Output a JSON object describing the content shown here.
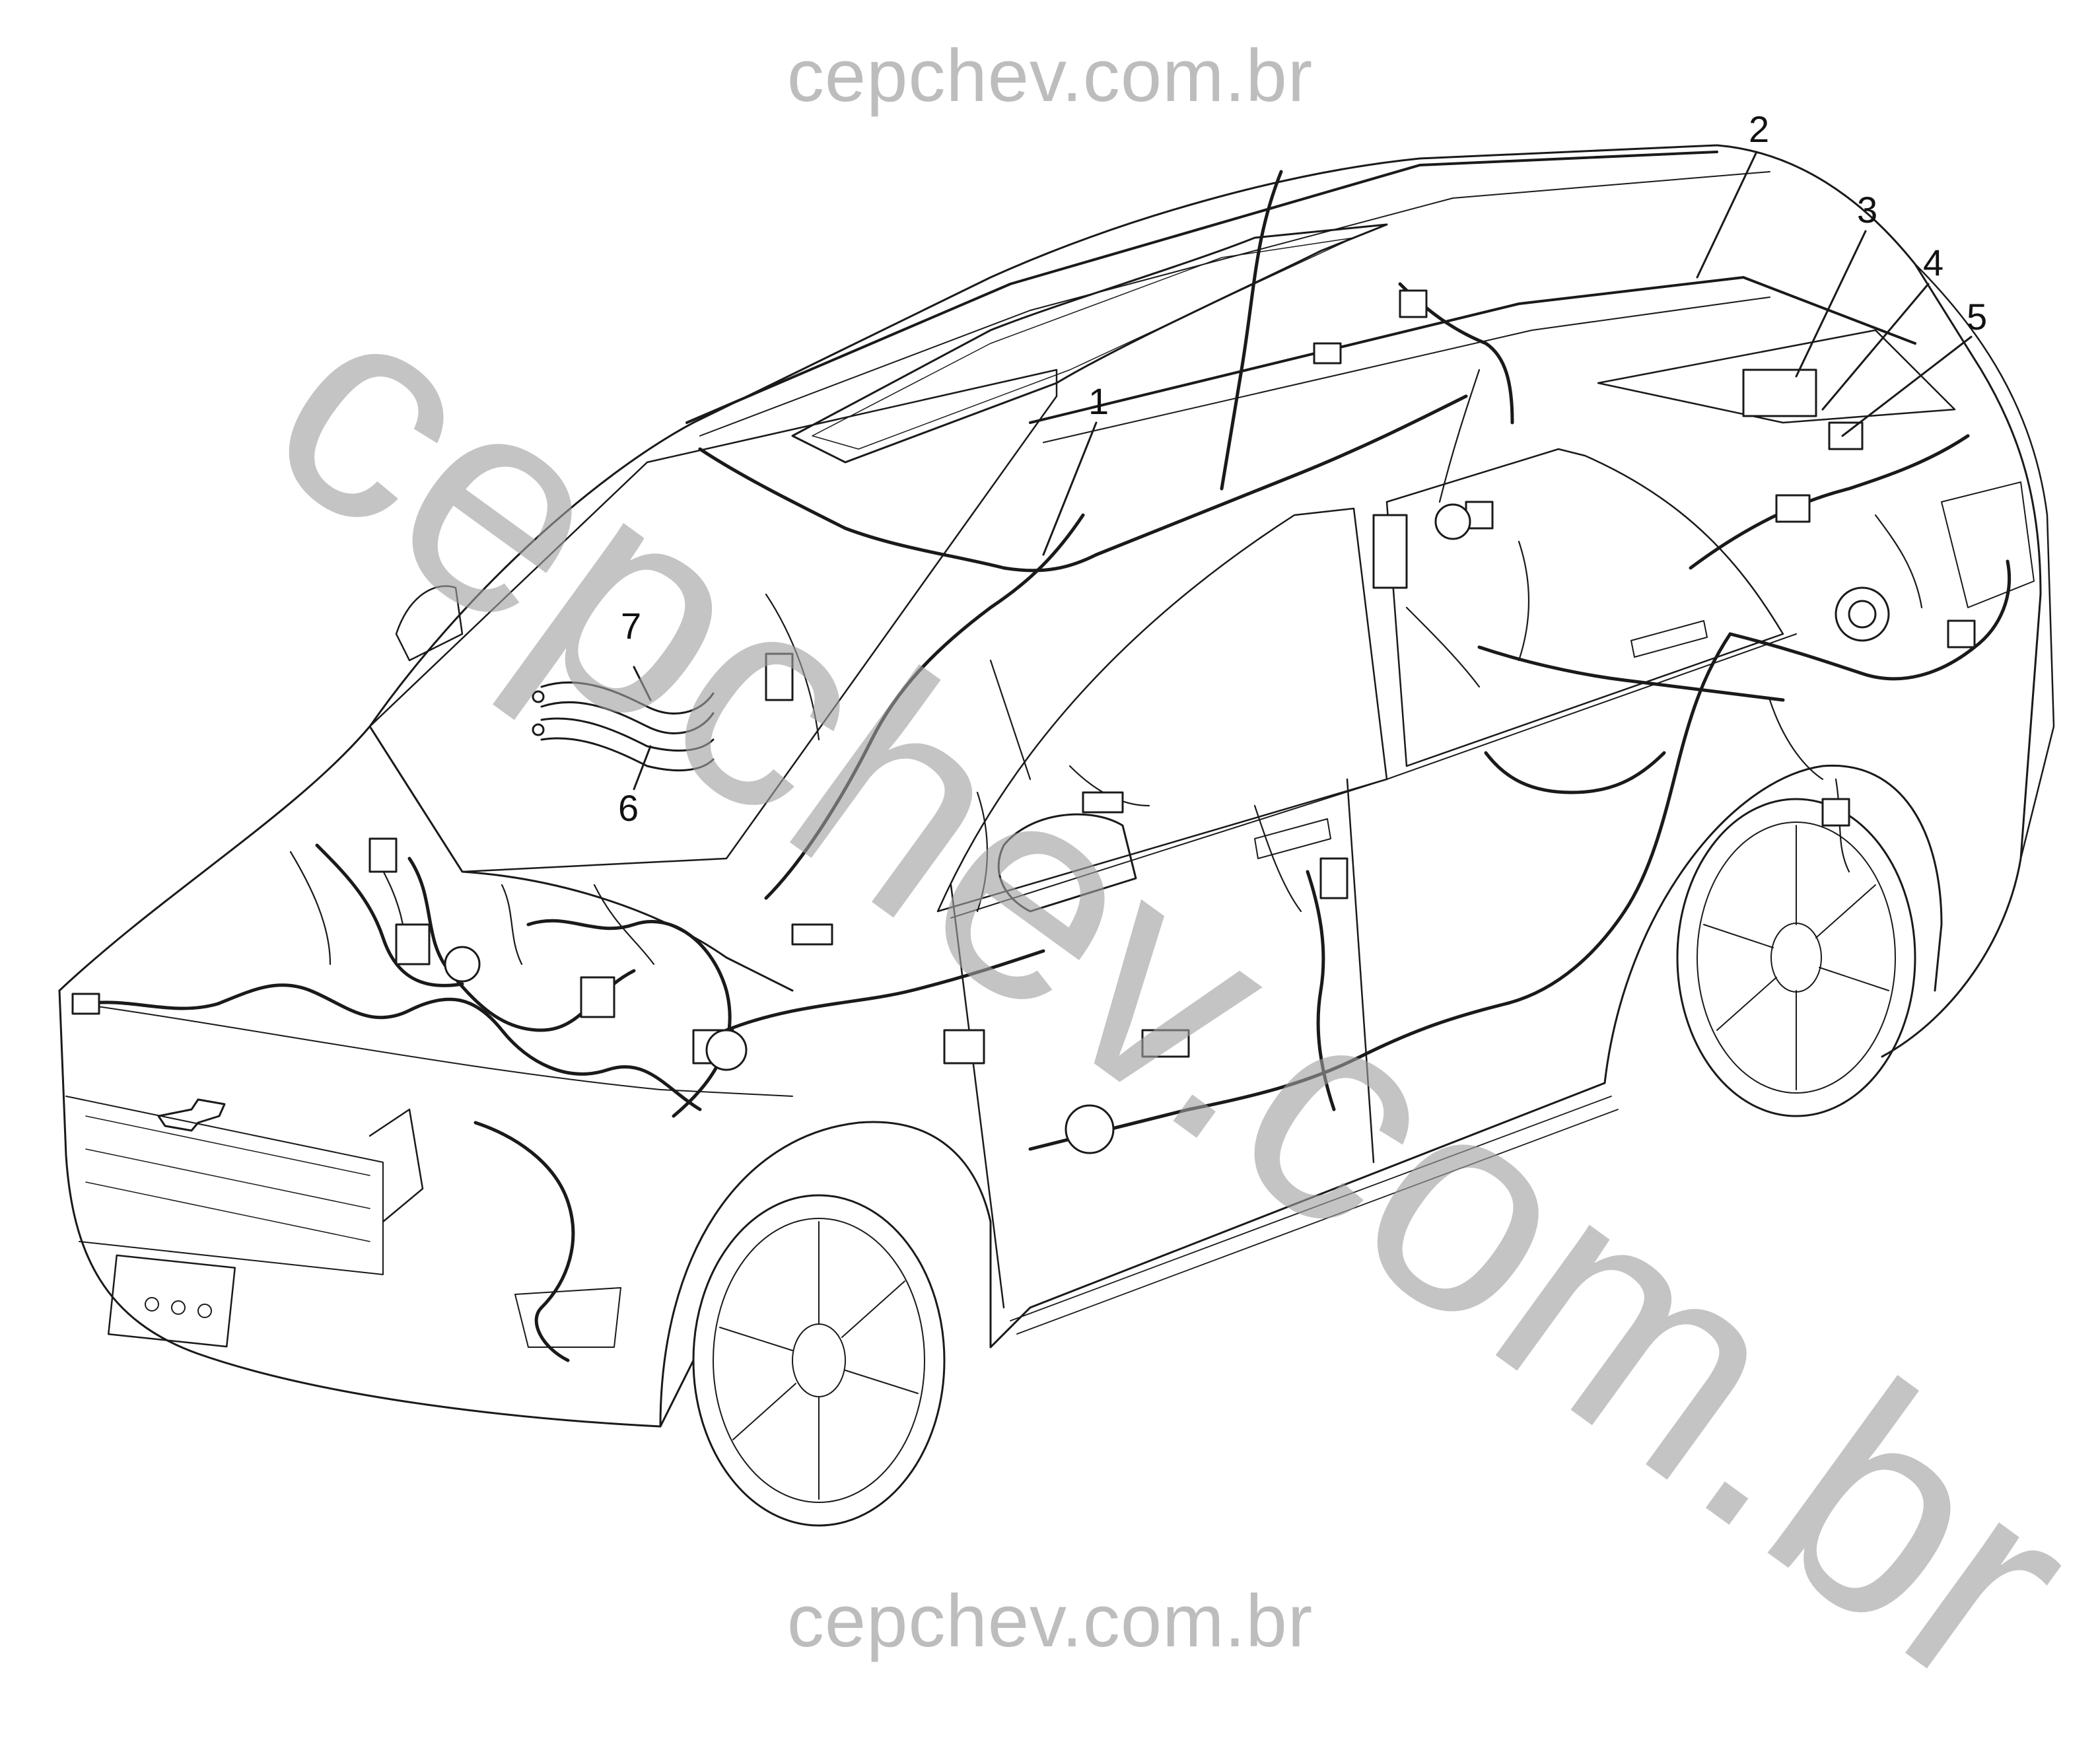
{
  "watermark": {
    "top": "cepchev.com.br",
    "bottom": "cepchev.com.br",
    "diagonal": "cepchev.com.br"
  },
  "callouts": {
    "c1": "1",
    "c2": "2",
    "c3": "3",
    "c4": "4",
    "c5": "5",
    "c6": "6",
    "c7": "7"
  },
  "colors": {
    "line": "#1a1a1a",
    "faint_line": "#8a8a8a",
    "watermark": "#bdbdbd"
  }
}
